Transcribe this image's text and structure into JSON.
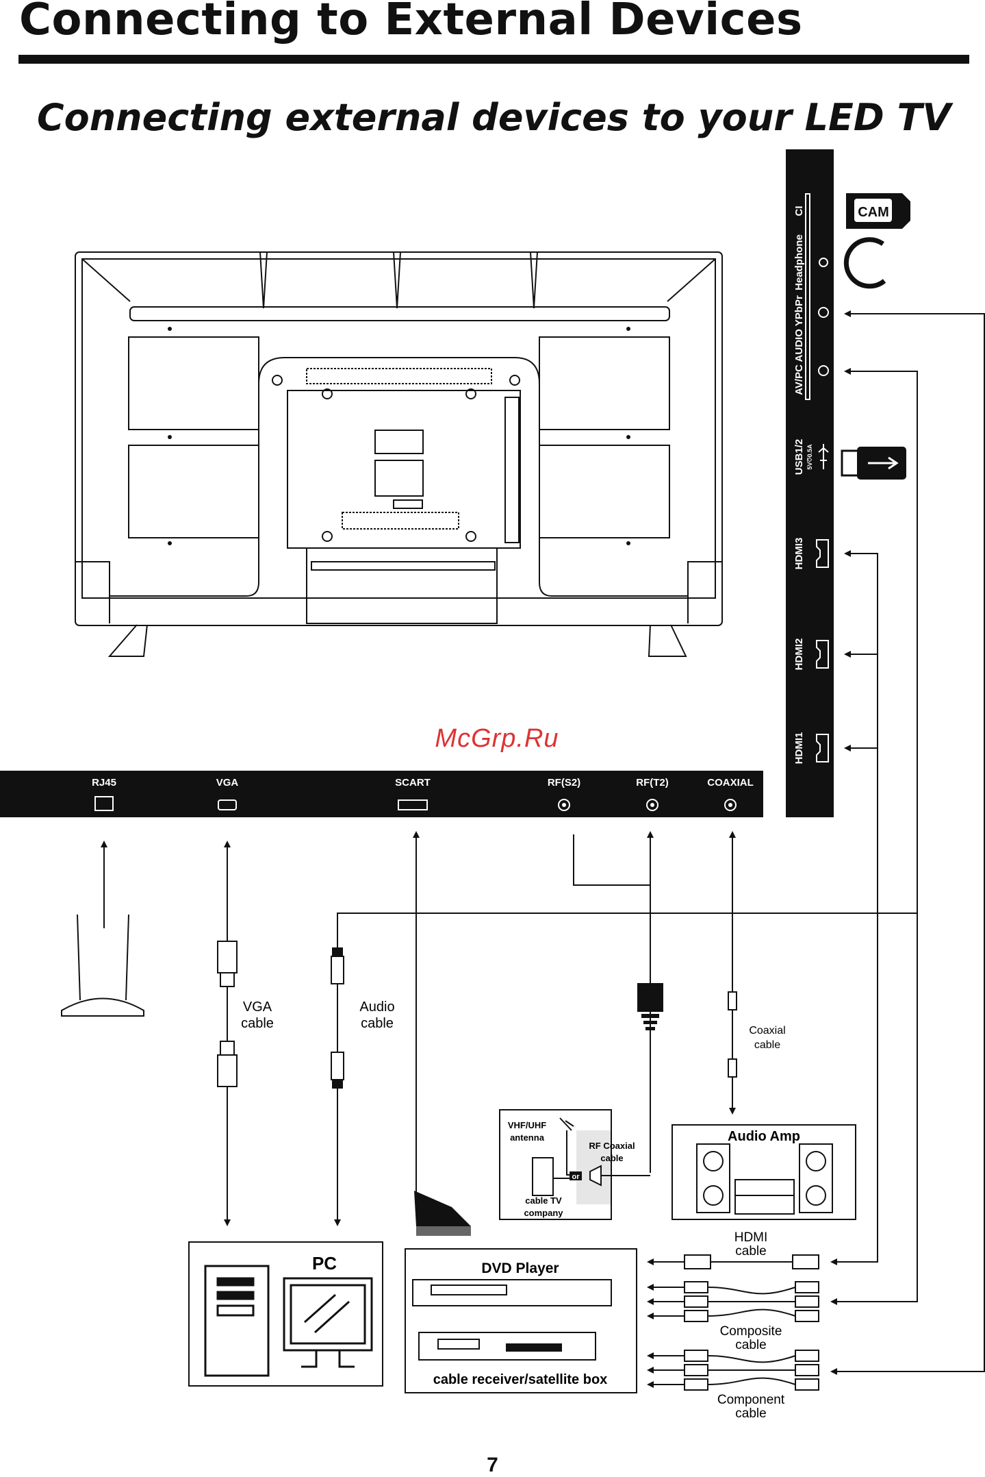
{
  "page": {
    "title": "Connecting to External Devices",
    "subtitle": "Connecting external devices to your LED TV",
    "watermark": "McGrp.Ru",
    "page_number": "7"
  },
  "bottom_panel": {
    "ports": [
      "RJ45",
      "VGA",
      "SCART",
      "RF(S2)",
      "RF(T2)",
      "COAXIAL"
    ]
  },
  "side_panel": {
    "ports": [
      "CI",
      "Headphone",
      "AV/PC AUDIO YPbPr",
      "USB1/2",
      "5V⎏0.5A",
      "HDMI3",
      "HDMI2",
      "HDMI1"
    ],
    "cam_label": "CAM"
  },
  "cables": {
    "vga": [
      "VGA",
      "cable"
    ],
    "audio": [
      "Audio",
      "cable"
    ],
    "coaxial": [
      "Coaxial",
      "cable"
    ],
    "rf_coaxial": [
      "RF Coaxial",
      "cable"
    ],
    "hdmi": [
      "HDMI",
      "cable"
    ],
    "composite": [
      "Composite",
      "cable"
    ],
    "component": [
      "Component",
      "cable"
    ]
  },
  "devices": {
    "antenna": [
      "VHF/UHF",
      "antenna"
    ],
    "cable_tv": [
      "cable TV",
      "company"
    ],
    "or_label": "or",
    "audio_amp": "Audio Amp",
    "pc": "PC",
    "dvd": "DVD Player",
    "receiver": "cable receiver/satellite box"
  }
}
